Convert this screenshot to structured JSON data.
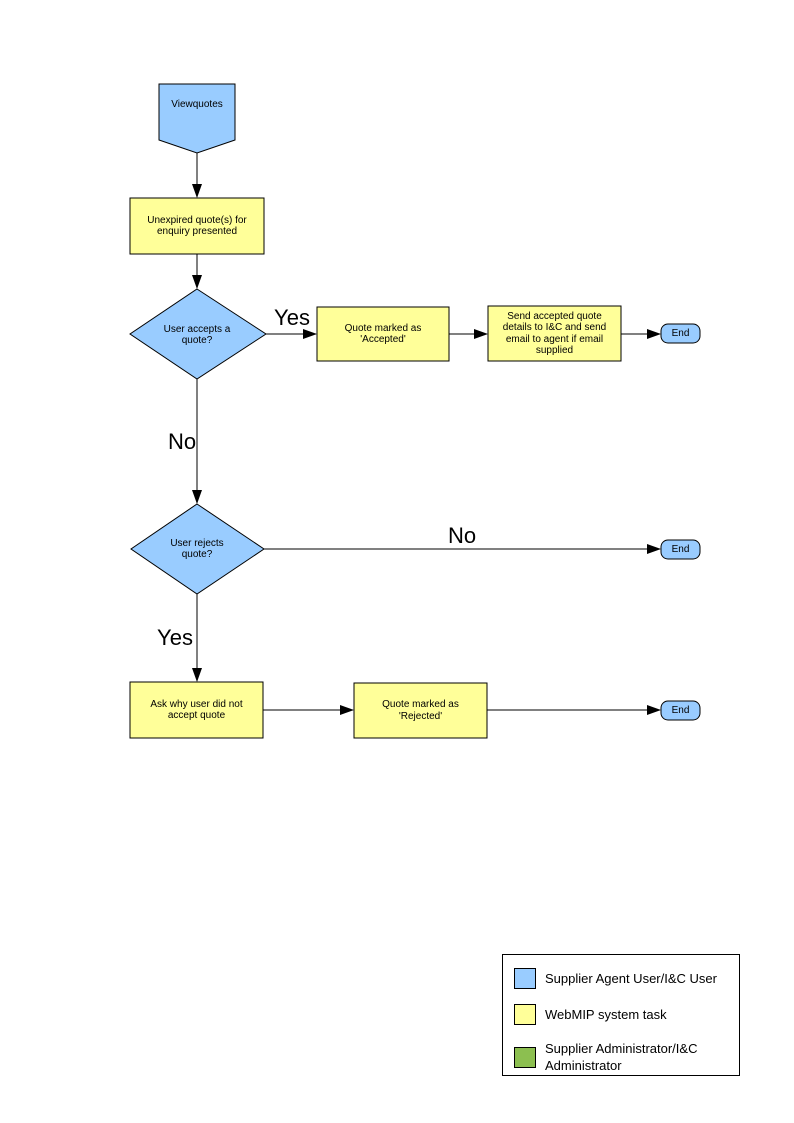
{
  "nodes": {
    "viewquotes": {
      "label": "Viewquotes"
    },
    "present": {
      "label": "Unexpired quote(s) for enquiry presented"
    },
    "accepts": {
      "label": "User accepts a quote?"
    },
    "accepted": {
      "label": "Quote marked as 'Accepted'"
    },
    "send": {
      "label": "Send accepted quote details to I&C and send email to agent if email supplied"
    },
    "rejects": {
      "label": "User rejects quote?"
    },
    "ask": {
      "label": "Ask why user did not accept quote"
    },
    "rejected": {
      "label": "Quote marked as 'Rejected'"
    },
    "end1": {
      "label": "End"
    },
    "end2": {
      "label": "End"
    },
    "end3": {
      "label": "End"
    }
  },
  "edge_labels": {
    "yes_accept": "Yes",
    "no_accept": "No",
    "no_reject": "No",
    "yes_reject": "Yes"
  },
  "legend": {
    "items": [
      {
        "color": "#99CCFF",
        "label": "Supplier Agent User/I&C User"
      },
      {
        "color": "#FFFF99",
        "label": "WebMIP system task"
      },
      {
        "color": "#8CBF50",
        "label": "Supplier Administrator/I&C Administrator"
      }
    ]
  },
  "colors": {
    "user_shape": "#99CCFF",
    "system_task_shape": "#FFFF99",
    "admin_shape": "#8CBF50",
    "line": "#000000",
    "background": "#FFFFFF"
  }
}
